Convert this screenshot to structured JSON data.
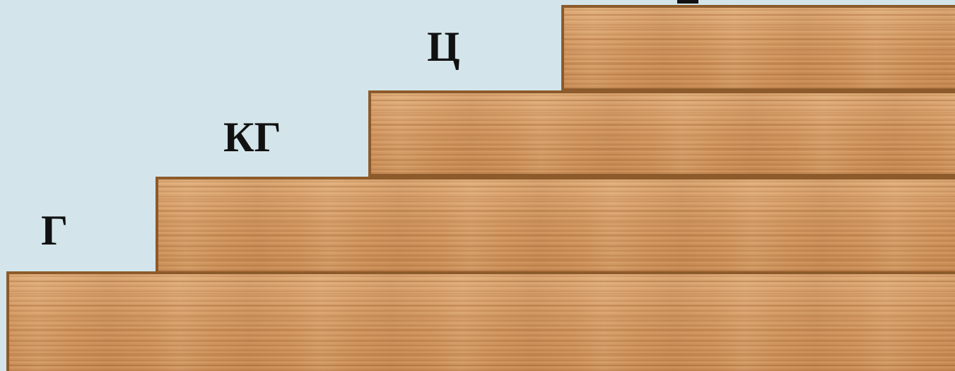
{
  "diagram": {
    "background_color": "#d3e5ea",
    "wood_color": "#d49a62",
    "border_color": "#8c5a2b",
    "steps": [
      {
        "label": "Г"
      },
      {
        "label": "КГ"
      },
      {
        "label": "Ц"
      }
    ]
  }
}
